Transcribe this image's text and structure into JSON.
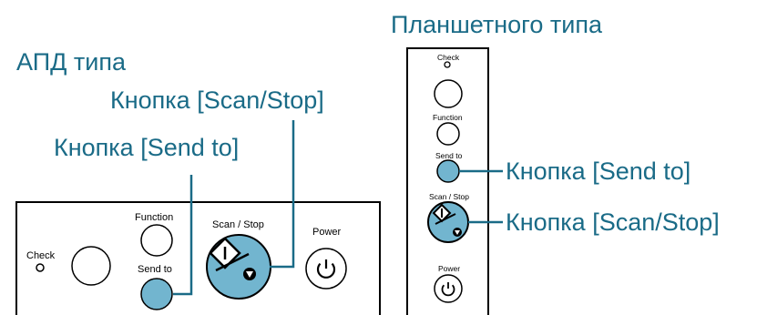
{
  "callouts": {
    "adf_type": "АПД типа",
    "flatbed_type": "Планшетного типа",
    "adf_scan_stop": "Кнопка [Scan/Stop]",
    "adf_send_to": "Кнопка [Send to]",
    "flatbed_send_to": "Кнопка [Send to]",
    "flatbed_scan_stop": "Кнопка [Scan/Stop]"
  },
  "adf_panel": {
    "check": "Check",
    "function": "Function",
    "send_to": "Send to",
    "scan_stop": "Scan / Stop",
    "power": "Power"
  },
  "flatbed_panel": {
    "check": "Check",
    "function": "Function",
    "send_to": "Send to",
    "scan_stop": "Scan / Stop",
    "power": "Power"
  },
  "colors": {
    "accent": "#1a6b87",
    "button_fill": "#72b5cf",
    "panel_stroke": "#000000"
  }
}
